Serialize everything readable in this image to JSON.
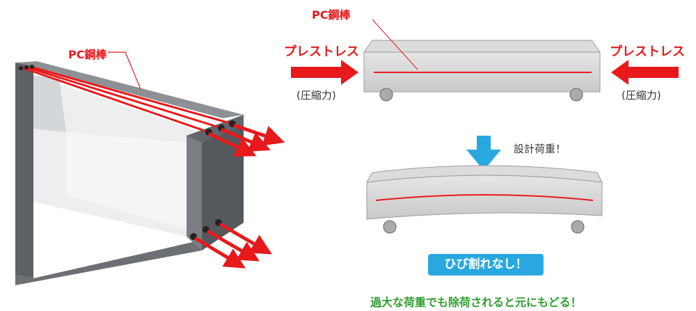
{
  "left_diagram": {
    "steel_label": "PC鋼棒"
  },
  "right_diagram": {
    "steel_label": "PC鋼棒",
    "prestress_left": "プレストレス",
    "compression_left": "(圧縮力)",
    "prestress_right": "プレストレス",
    "compression_right": "(圧縮力)",
    "design_load": "設計荷重！",
    "no_cracks": "ひび割れなし！",
    "recovery_note": "過大な荷重でも除荷されると元にもどる！"
  },
  "colors": {
    "red": "#e8191b",
    "blue": "#29a8e0",
    "green": "#2e9e2e",
    "beam_gray": "#d6d6d6",
    "concrete_dark": "#6a6e72"
  }
}
